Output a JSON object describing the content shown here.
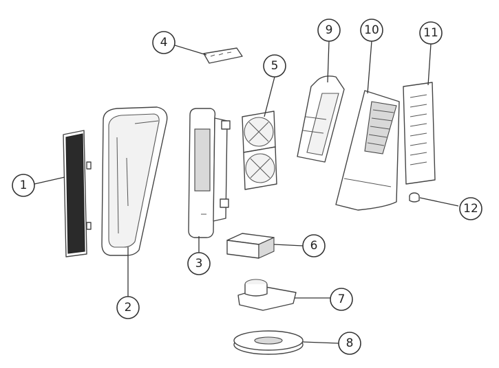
{
  "callouts": [
    {
      "label": "1"
    },
    {
      "label": "2"
    },
    {
      "label": "3"
    },
    {
      "label": "4"
    },
    {
      "label": "5"
    },
    {
      "label": "6"
    },
    {
      "label": "7"
    },
    {
      "label": "8"
    },
    {
      "label": "9"
    },
    {
      "label": "10"
    },
    {
      "label": "11"
    },
    {
      "label": "12"
    }
  ],
  "colors": {
    "line": "#444444",
    "background": "#ffffff",
    "dark_filter": "#2a2a2a"
  }
}
